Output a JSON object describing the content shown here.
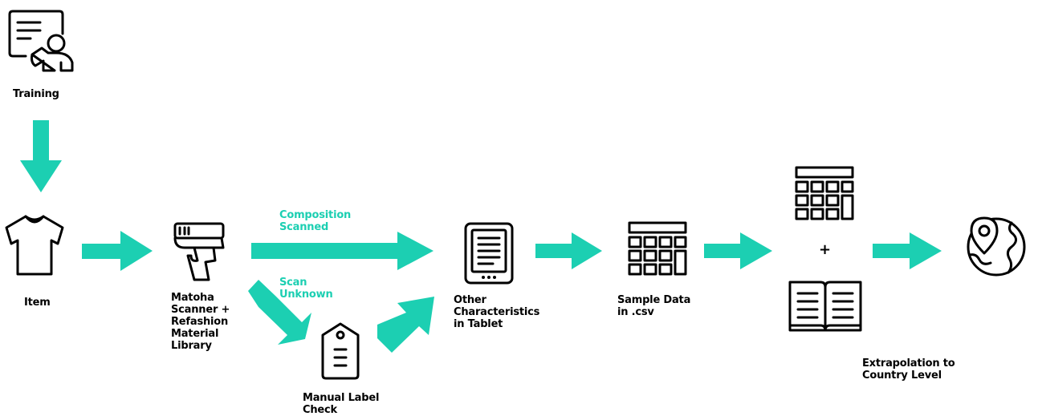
{
  "colors": {
    "arrow": "#1ccfb2",
    "icon": "#000000"
  },
  "nodes": {
    "training": {
      "label": "Training",
      "icon": "training-icon"
    },
    "item": {
      "label": "Item",
      "icon": "tshirt-icon"
    },
    "scanner": {
      "label": "Matoha\nScanner +\nRefashion\nMaterial\nLibrary",
      "icon": "barcode-scanner-icon"
    },
    "manual_label": {
      "label": "Manual Label\nCheck",
      "icon": "clothing-tag-icon"
    },
    "tablet": {
      "label": "Other\nCharacteristics\nin Tablet",
      "icon": "tablet-icon"
    },
    "sample_data": {
      "label": "Sample Data\nin .csv",
      "icon": "spreadsheet-icon"
    },
    "extrapolation": {
      "label": "Extrapolation to\nCountry Level",
      "icons": [
        "spreadsheet-icon",
        "open-book-icon",
        "globe-pin-icon"
      ],
      "plus": "+"
    }
  },
  "edges": [
    {
      "from": "training",
      "to": "item",
      "label": ""
    },
    {
      "from": "item",
      "to": "scanner",
      "label": ""
    },
    {
      "from": "scanner",
      "to": "tablet",
      "label": "Composition\nScanned"
    },
    {
      "from": "scanner",
      "to": "manual_label",
      "label": "Scan\nUnknown"
    },
    {
      "from": "manual_label",
      "to": "tablet",
      "label": ""
    },
    {
      "from": "tablet",
      "to": "sample_data",
      "label": ""
    },
    {
      "from": "sample_data",
      "to": "extrapolation",
      "label": ""
    },
    {
      "from": "extrapolation",
      "to": "globe",
      "label": ""
    }
  ]
}
